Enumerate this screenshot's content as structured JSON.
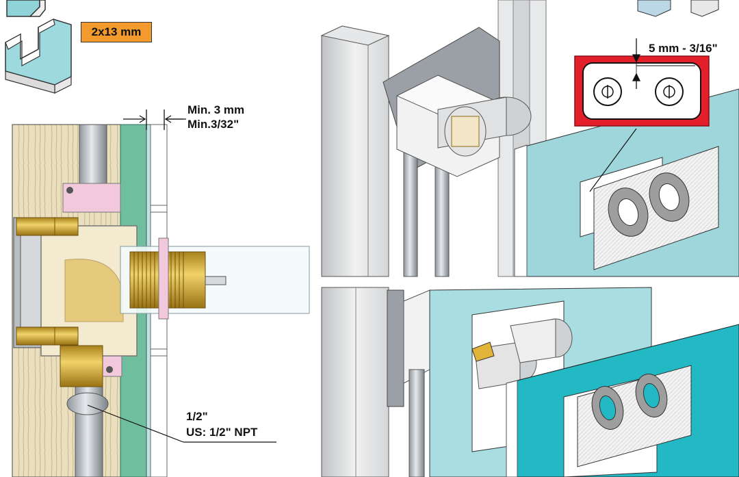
{
  "labels": {
    "board_thickness": "2x13 mm",
    "gap_metric": "Min. 3 mm",
    "gap_imperial": "Min.3/32\"",
    "thread_size": "1/2\"",
    "thread_us": "US: 1/2\" NPT",
    "clearance": "5 mm - 3/16\""
  },
  "colors": {
    "badge_orange": "#f29a2e",
    "highlight_red": "#e3202a",
    "panel_cyan": "#8fd2d8",
    "panel_cyan_dark": "#22b8c4",
    "wood": "#e9dcb8",
    "brass": "#d9b13a",
    "board_green": "#6fbf9e"
  }
}
